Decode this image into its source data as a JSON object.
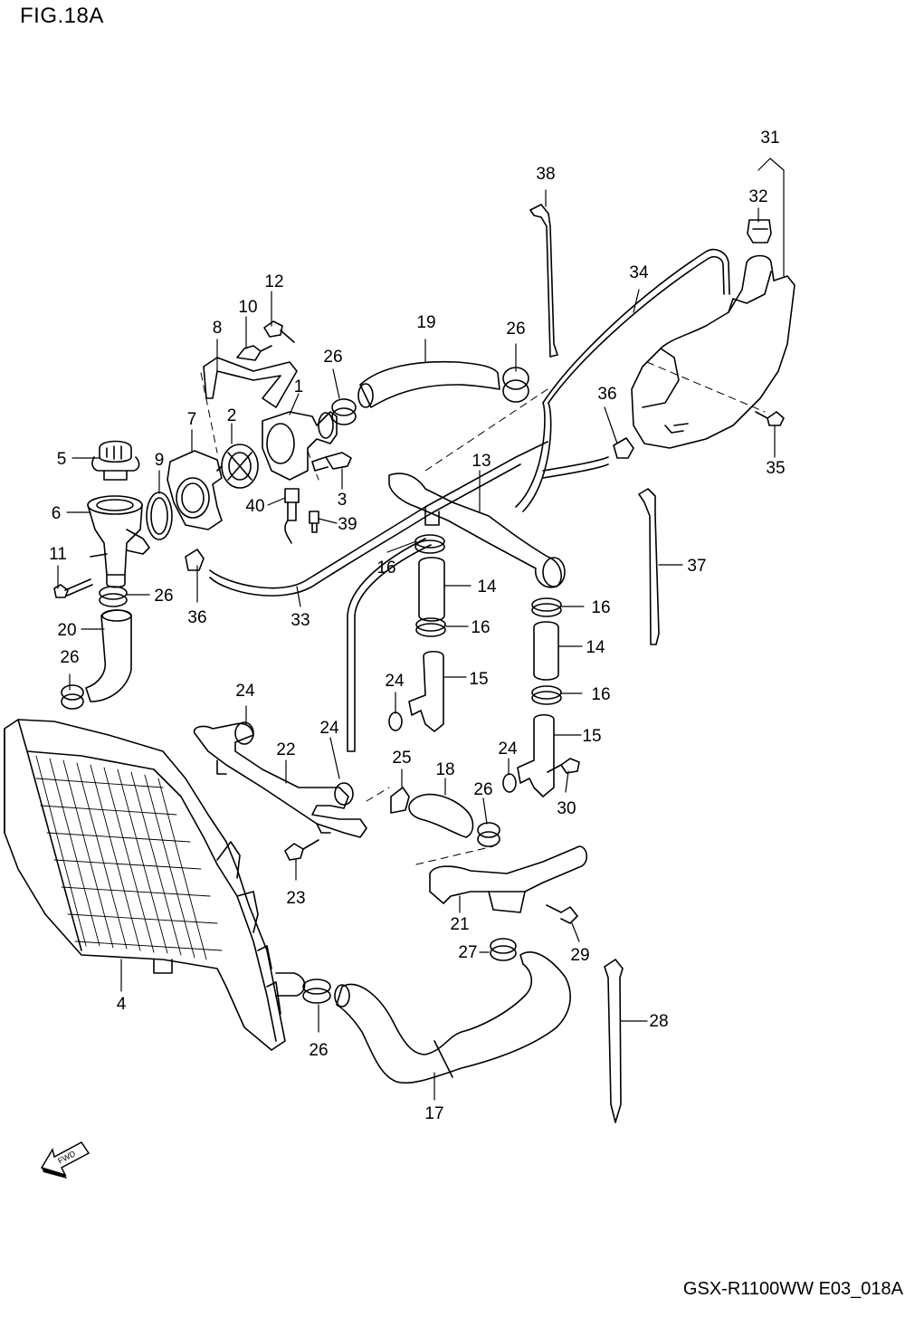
{
  "figure": {
    "title": "FIG.18A",
    "code": "GSX-R1100WW  E03_018A",
    "fwd_label": "FWD"
  },
  "callouts": [
    "1",
    "2",
    "3",
    "4",
    "5",
    "6",
    "7",
    "8",
    "9",
    "10",
    "11",
    "12",
    "13",
    "14",
    "14",
    "15",
    "15",
    "16",
    "16",
    "16",
    "16",
    "17",
    "18",
    "19",
    "20",
    "21",
    "22",
    "23",
    "24",
    "24",
    "24",
    "24",
    "25",
    "26",
    "26",
    "26",
    "26",
    "26",
    "26",
    "27",
    "28",
    "29",
    "30",
    "31",
    "32",
    "33",
    "34",
    "35",
    "36",
    "36",
    "37",
    "38",
    "39",
    "40"
  ]
}
